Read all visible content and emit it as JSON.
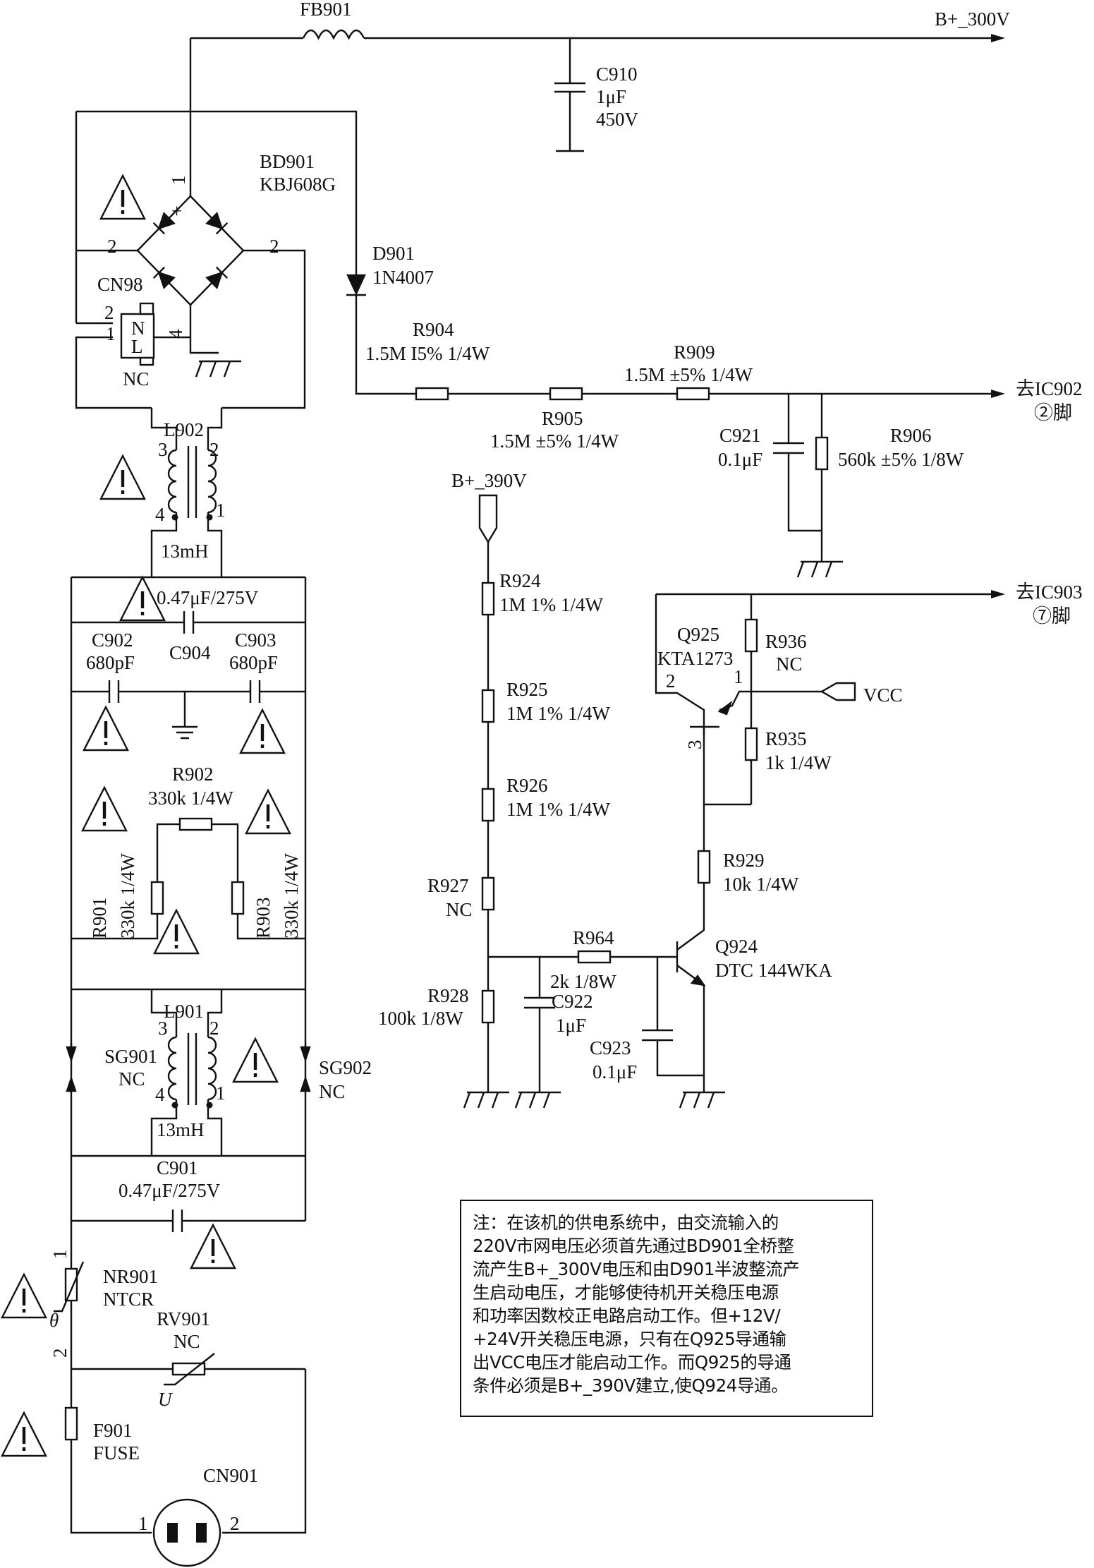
{
  "labels": {
    "fb901": "FB901",
    "b300": "B+_300V",
    "c910": "C910",
    "c910_value": "1μF",
    "c910_voltage": "450V",
    "bd901": "BD901",
    "bd901_part": "KBJ608G",
    "bd_pin1": "1",
    "bd_plus": "+",
    "bd_pin2_left": "2",
    "bd_pin2_right": "2",
    "cn98": "CN98",
    "cn98_pin2": "2",
    "cn98_pin1": "1",
    "cn98_pin4": "4",
    "cn98_n": "N",
    "cn98_l": "L",
    "cn98_nc": "NC",
    "d901": "D901",
    "d901_part": "1N4007",
    "r904": "R904",
    "r904_value": "1.5M I5% 1/4W",
    "r909": "R909",
    "r909_value": "1.5M ±5% 1/4W",
    "r905": "R905",
    "r905_value": "1.5M ±5% 1/4W",
    "to_ic902": "去IC902",
    "to_ic902_pin": "②脚",
    "c921": "C921",
    "c921_value": "0.1μF",
    "r906": "R906",
    "r906_value": "560k ±5% 1/8W",
    "l902": "L902",
    "l902_pin3": "3",
    "l902_pin2": "2",
    "l902_pin4": "4",
    "l902_pin1": "1",
    "l902_value": "13mH",
    "c904_value": "0.47μF/275V",
    "c902": "C902",
    "c902_value": "680pF",
    "c904": "C904",
    "c903": "C903",
    "c903_value": "680pF",
    "b390": "B+_390V",
    "r924": "R924",
    "r924_value": "1M 1% 1/4W",
    "r925": "R925",
    "r925_value": "1M 1% 1/4W",
    "r926": "R926",
    "r926_value": "1M 1% 1/4W",
    "r927": "R927",
    "r927_value": "NC",
    "r928": "R928",
    "r928_value": "100k 1/8W",
    "to_ic903": "去IC903",
    "to_ic903_pin": "⑦脚",
    "q925": "Q925",
    "q925_part": "KTA1273",
    "q925_pin2": "2",
    "q925_pin1": "1",
    "q925_pin3": "3",
    "r936": "R936",
    "r936_value": "NC",
    "vcc": "VCC",
    "r935": "R935",
    "r935_value": "1k 1/4W",
    "r929": "R929",
    "r929_value": "10k 1/4W",
    "r964": "R964",
    "r964_value": "2k 1/8W",
    "c922": "C922",
    "c922_value": "1μF",
    "q924": "Q924",
    "q924_part": "DTC 144WKA",
    "c923": "C923",
    "c923_value": "0.1μF",
    "r902": "R902",
    "r902_value": "330k 1/4W",
    "r901": "R901",
    "r901_value": "330k 1/4W",
    "r903": "R903",
    "r903_value": "330k 1/4W",
    "l901": "L901",
    "l901_pin3": "3",
    "l901_pin2": "2",
    "l901_pin4": "4",
    "l901_pin1": "1",
    "l901_value": "13mH",
    "sg901": "SG901",
    "sg901_value": "NC",
    "sg902": "SG902",
    "sg902_value": "NC",
    "c901": "C901",
    "c901_value": "0.47μF/275V",
    "nr901": "NR901",
    "nr901_value": "NTCR",
    "nr901_pin1": "1",
    "nr901_pin2": "2",
    "theta": "θ",
    "rv901": "RV901",
    "rv901_value": "NC",
    "u_symbol": "U",
    "f901": "F901",
    "f901_value": "FUSE",
    "cn901": "CN901",
    "cn901_pin1": "1",
    "cn901_pin2": "2",
    "warning_glyph": "!"
  },
  "note": "注：在该机的供电系统中，由交流输入的\n220V市网电压必须首先通过BD901全桥整\n流产生B+_300V电压和由D901半波整流产\n生启动电压，才能够使待机开关稳压电源\n和功率因数校正电路启动工作。但+12V/\n+24V开关稳压电源，只有在Q925导通输\n出VCC电压才能启动工作。而Q925的导通\n条件必须是B+_390V建立,使Q924导通。"
}
